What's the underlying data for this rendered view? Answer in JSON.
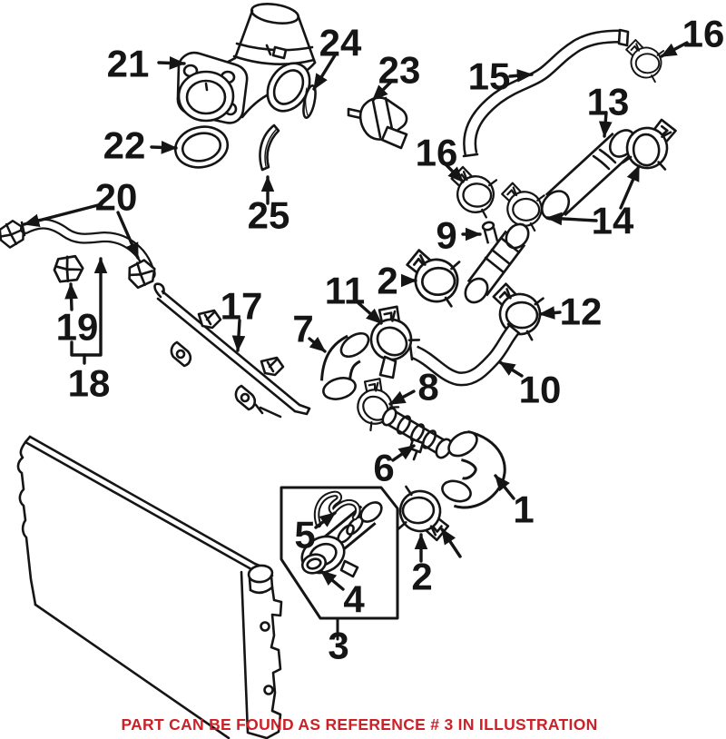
{
  "caption": {
    "text": "PART CAN BE FOUND AS REFERENCE # 3 IN ILLUSTRATION",
    "color": "#cc2127"
  },
  "colors": {
    "ink": "#151515",
    "background": "#ffffff"
  },
  "callouts": [
    {
      "label": "21"
    },
    {
      "label": "22"
    },
    {
      "label": "24"
    },
    {
      "label": "23"
    },
    {
      "label": "25"
    },
    {
      "label": "15"
    },
    {
      "label": "16"
    },
    {
      "label": "13"
    },
    {
      "label": "14"
    },
    {
      "label": "16"
    },
    {
      "label": "9"
    },
    {
      "label": "20"
    },
    {
      "label": "2"
    },
    {
      "label": "11"
    },
    {
      "label": "12"
    },
    {
      "label": "17"
    },
    {
      "label": "7"
    },
    {
      "label": "19"
    },
    {
      "label": "10"
    },
    {
      "label": "18"
    },
    {
      "label": "8"
    },
    {
      "label": "6"
    },
    {
      "label": "1"
    },
    {
      "label": "5"
    },
    {
      "label": "2"
    },
    {
      "label": "4"
    },
    {
      "label": "3"
    }
  ]
}
